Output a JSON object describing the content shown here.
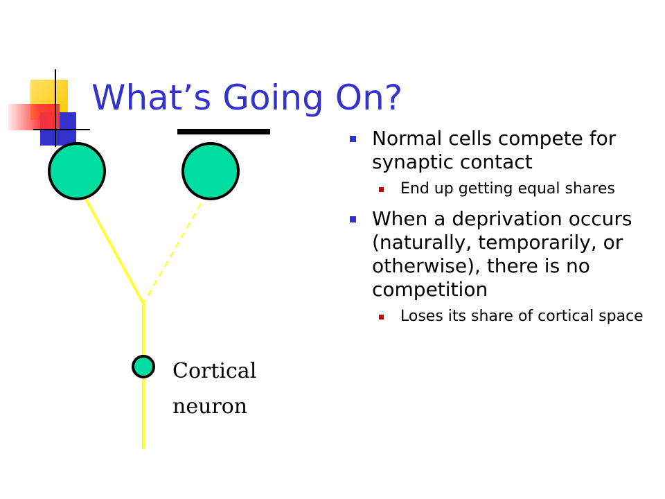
{
  "title": "What’s Going On?",
  "bullets": [
    {
      "text": "Normal cells compete for synaptic contact",
      "sub": [
        "End up getting equal shares"
      ]
    },
    {
      "text": "When a deprivation occurs (naturally, temporarily, or otherwise), there is no competition",
      "sub": [
        "Loses its share of cortical space"
      ]
    }
  ],
  "diagram": {
    "neuron_label": "Cortical\nneuron",
    "colors": {
      "cell_fill": "#00DDA0",
      "axon": "#FFFF33",
      "title": "#3333CC",
      "bullet": "#3333CC",
      "sub_bullet": "#CC0000"
    }
  }
}
